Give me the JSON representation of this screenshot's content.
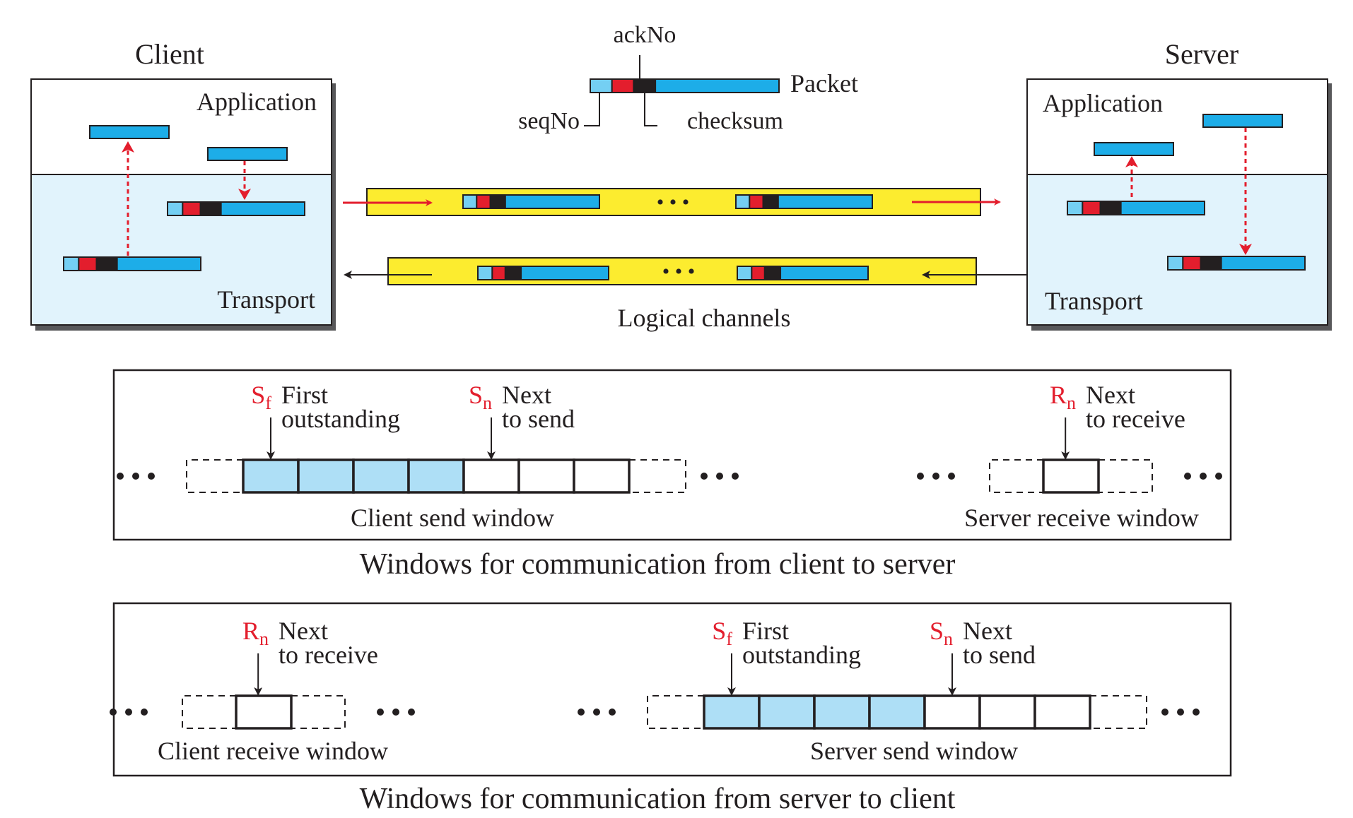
{
  "colors": {
    "seq_field": "#74cff3",
    "ack_field": "#e31e2d",
    "checksum_field": "#231f20",
    "payload": "#1dade8",
    "channel": "#fcec2f",
    "transport_bg": "#e1f3fc",
    "outstanding_slot": "#aedff6",
    "arrow_red": "#e31e2d",
    "outline": "#231f20",
    "shadow": "#58585a"
  },
  "client": {
    "title": "Client",
    "application_label": "Application",
    "transport_label": "Transport"
  },
  "server": {
    "title": "Server",
    "application_label": "Application",
    "transport_label": "Transport"
  },
  "packet_legend": {
    "packet_label": "Packet",
    "ack_label": "ackNo",
    "seq_label": "seqNo",
    "checksum_label": "checksum"
  },
  "channels": {
    "label": "Logical channels",
    "ellipsis": "• • •",
    "items": [
      {
        "direction": "client-to-server",
        "packets": 2
      },
      {
        "direction": "server-to-client",
        "packets": 2
      }
    ]
  },
  "client_to_server": {
    "caption": "Windows for communication from client to server",
    "send_window": {
      "label": "Client send window",
      "slots": 7,
      "outstanding": 4,
      "sf_symbol": "S",
      "sf_sub": "f",
      "sf_text_1": "First",
      "sf_text_2": "outstanding",
      "sn_symbol": "S",
      "sn_sub": "n",
      "sn_text_1": "Next",
      "sn_text_2": "to send"
    },
    "receive_window": {
      "label": "Server receive window",
      "slots": 1,
      "rn_symbol": "R",
      "rn_sub": "n",
      "rn_text_1": "Next",
      "rn_text_2": "to receive"
    }
  },
  "server_to_client": {
    "caption": "Windows for communication from server to client",
    "receive_window": {
      "label": "Client receive window",
      "slots": 1,
      "rn_symbol": "R",
      "rn_sub": "n",
      "rn_text_1": "Next",
      "rn_text_2": "to receive"
    },
    "send_window": {
      "label": "Server send window",
      "slots": 7,
      "outstanding": 4,
      "sf_symbol": "S",
      "sf_sub": "f",
      "sf_text_1": "First",
      "sf_text_2": "outstanding",
      "sn_symbol": "S",
      "sn_sub": "n",
      "sn_text_1": "Next",
      "sn_text_2": "to send"
    }
  },
  "ellipsis": "• • •"
}
